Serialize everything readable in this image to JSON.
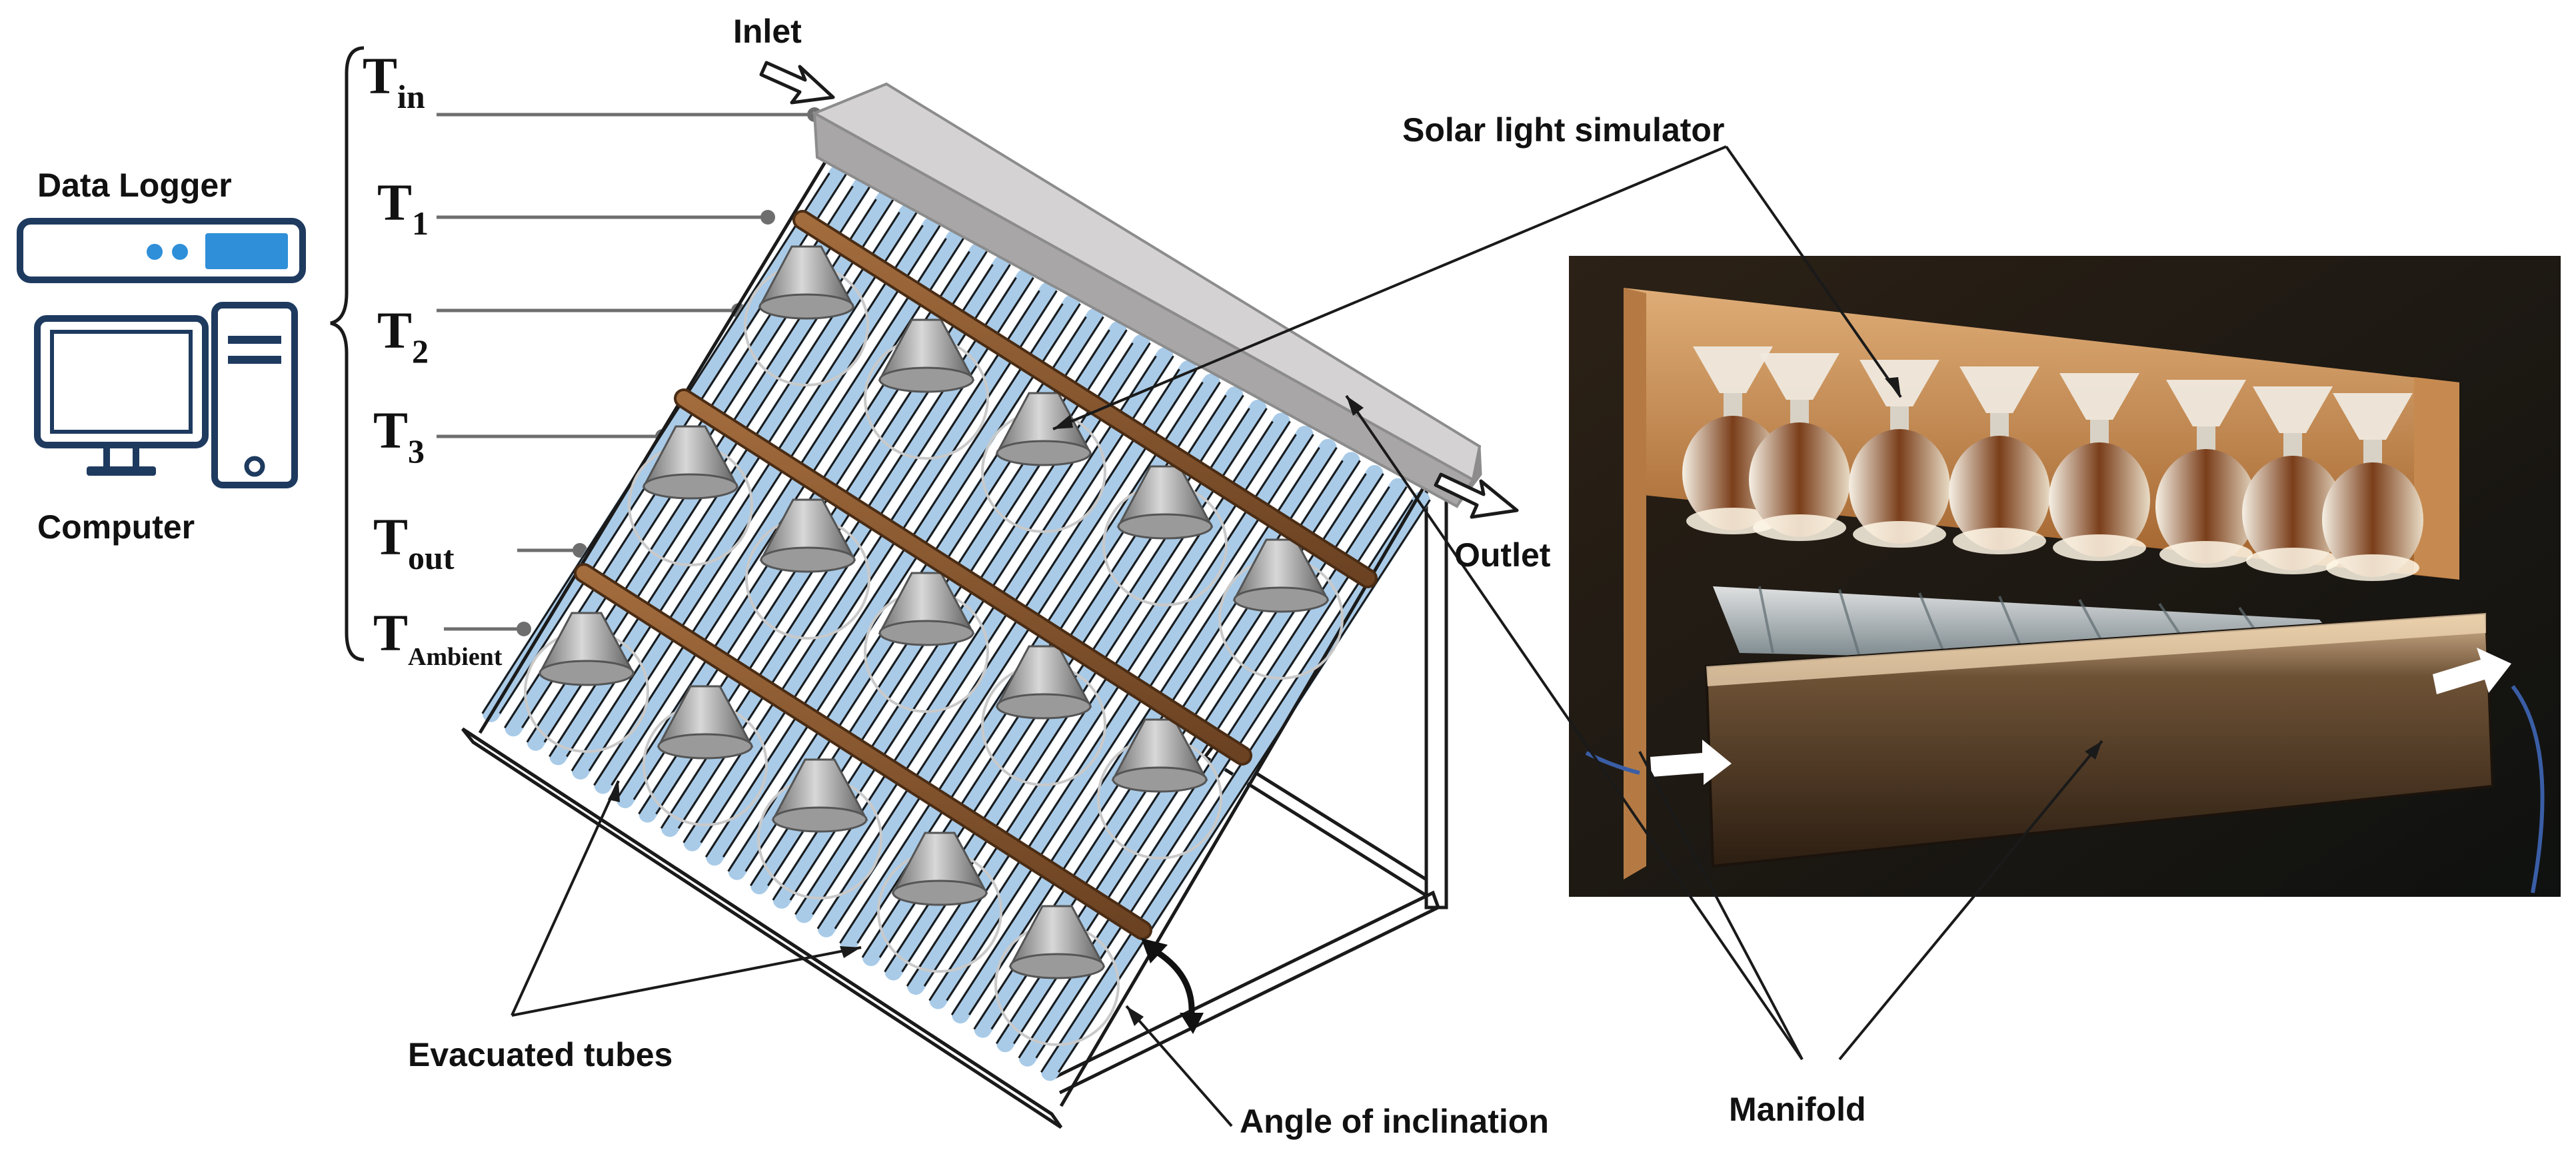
{
  "labels": {
    "data_logger": "Data Logger",
    "computer": "Computer",
    "inlet": "Inlet",
    "outlet": "Outlet",
    "solar_light_simulator": "Solar light simulator",
    "evacuated_tubes": "Evacuated tubes",
    "angle_of_inclination": "Angle of inclination",
    "manifold": "Manifold"
  },
  "sensors": [
    {
      "base": "T",
      "sub": "in"
    },
    {
      "base": "T",
      "sub": "1"
    },
    {
      "base": "T",
      "sub": "2"
    },
    {
      "base": "T",
      "sub": "3"
    },
    {
      "base": "T",
      "sub": "out"
    },
    {
      "base": "T",
      "sub": "Ambient"
    }
  ],
  "icons": {
    "data_logger": "data-logger-icon",
    "computer": "computer-icon",
    "arrow": "flow-arrow-icon"
  },
  "colors": {
    "line": "#1a1a1a",
    "icon_blue": "#1e3a5f",
    "icon_accent": "#2f8fd8",
    "manifold_gray": "#bdbbbb",
    "wood": "#8a5a32",
    "tube_blue": "#a9cbe8",
    "lamp_gray": "#8c8c8c"
  }
}
